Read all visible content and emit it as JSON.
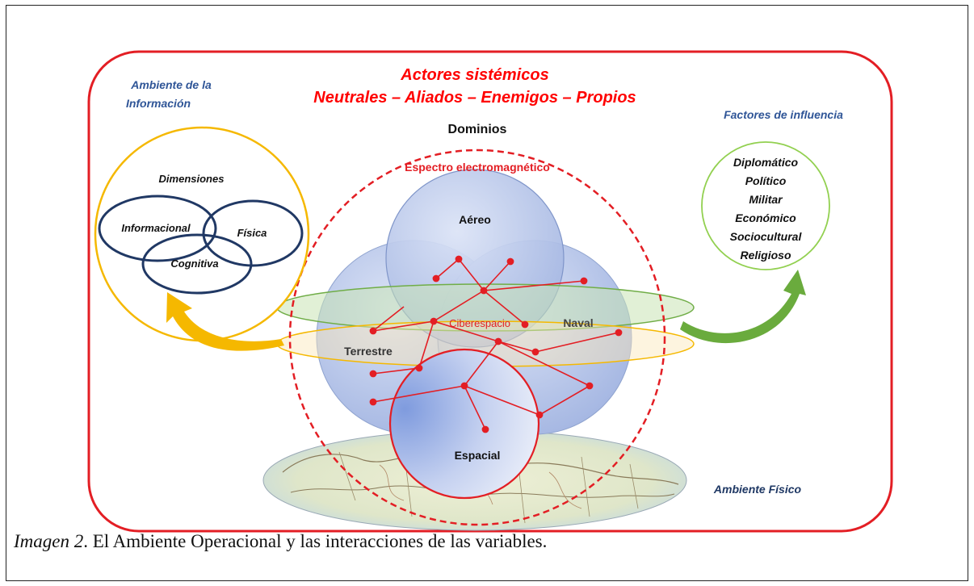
{
  "actors": {
    "title": "Actores sistémicos",
    "list": "Neutrales – Aliados – Enemigos – Propios"
  },
  "info_env": {
    "title_line1": "Ambiente de la",
    "title_line2": "Información",
    "dimensions_label": "Dimensiones",
    "dimensions": [
      "Informacional",
      "Física",
      "Cognitiva"
    ]
  },
  "domains": {
    "title": "Dominios",
    "spectrum": "Espectro electromagnético",
    "items": [
      "Aéreo",
      "Naval",
      "Terrestre",
      "Espacial"
    ],
    "cyberspace": "Ciberespacio"
  },
  "influence": {
    "title": "Factores de influencia",
    "factors": [
      "Diplomático",
      "Político",
      "Militar",
      "Económico",
      "Sociocultural",
      "Religioso"
    ]
  },
  "physical_env": {
    "title": "Ambiente Físico"
  },
  "caption": {
    "label": "Imagen 2",
    "text": ". El Ambiente Operacional y las interacciones de las variables."
  },
  "colors": {
    "frame_red": "#e31e24",
    "info_yellow": "#f5b800",
    "influence_green": "#70ad47",
    "title_blue": "#2f5597",
    "ring_navy": "#203864"
  }
}
